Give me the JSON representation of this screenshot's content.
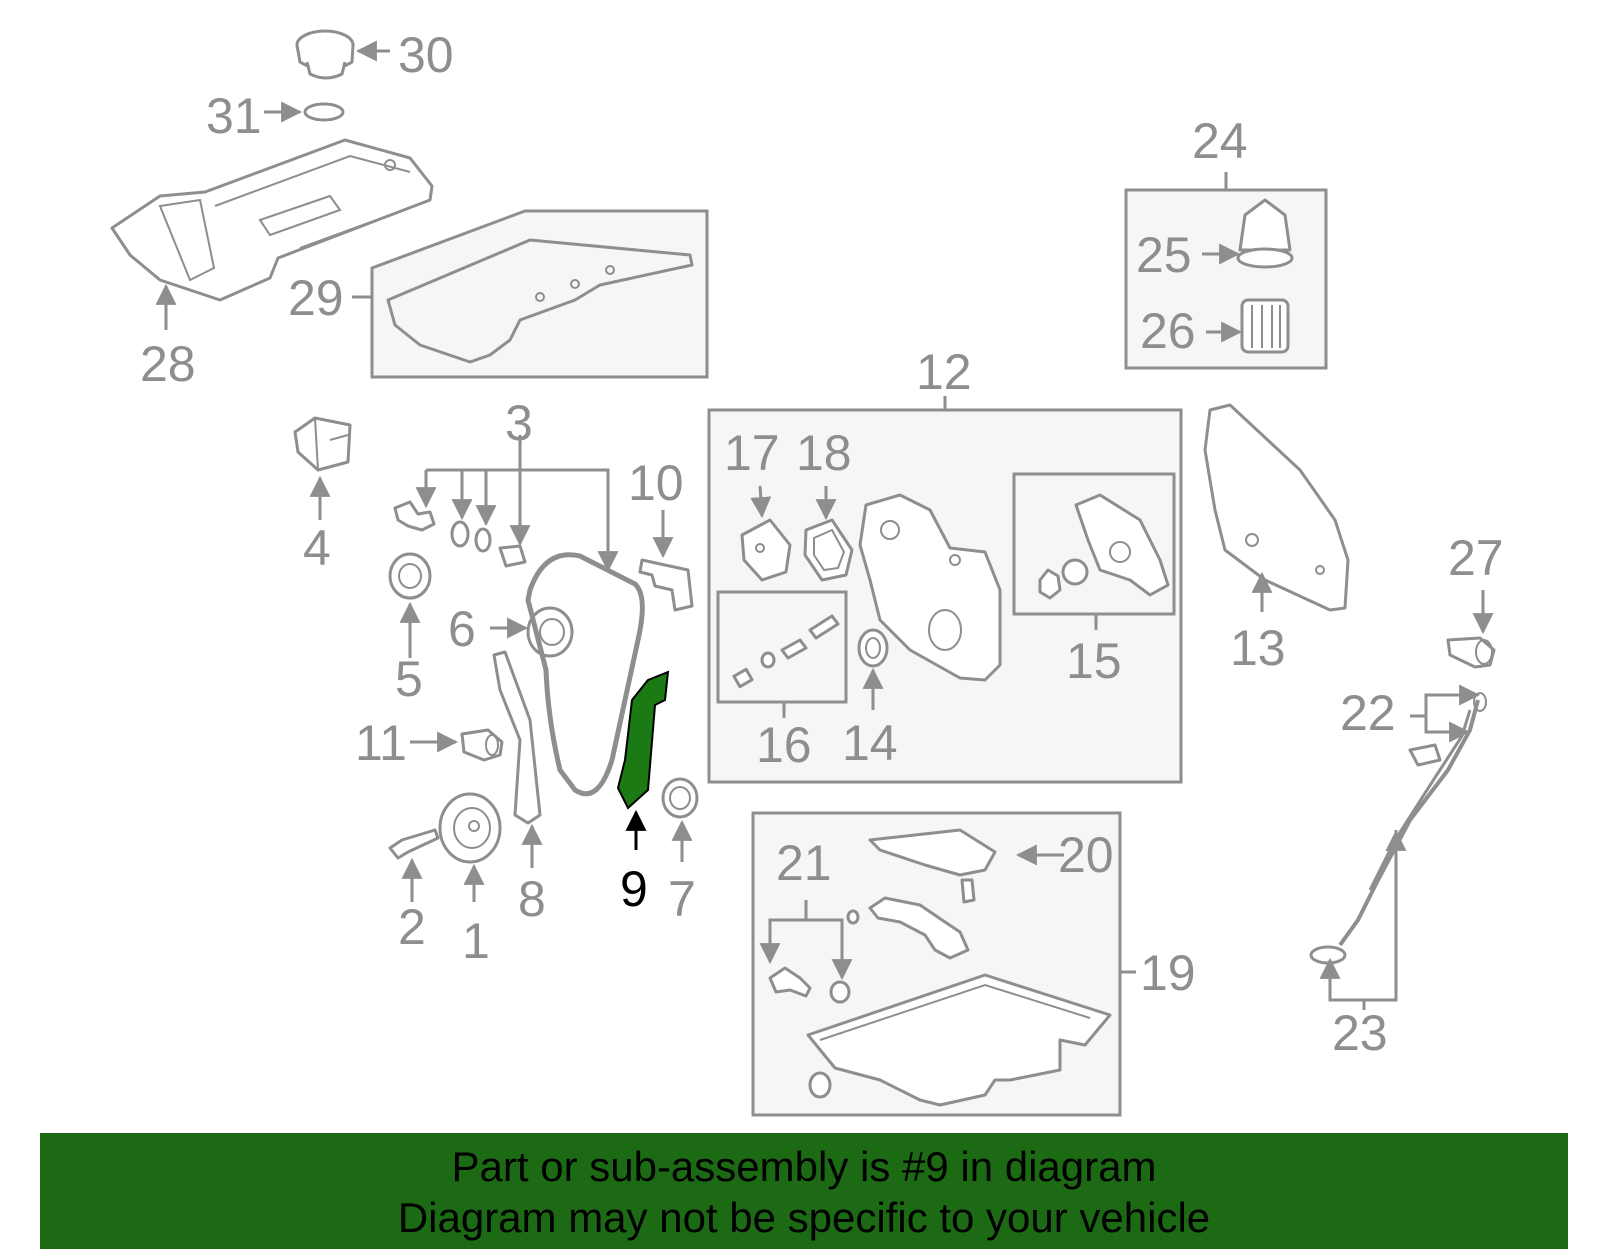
{
  "diagram": {
    "highlight_color": "#1c7a14",
    "line_color": "#8e8e8e",
    "highlighted_part": "9",
    "callouts": {
      "c1": "1",
      "c2": "2",
      "c3": "3",
      "c4": "4",
      "c5": "5",
      "c6": "6",
      "c7": "7",
      "c8": "8",
      "c9": "9",
      "c10": "10",
      "c11": "11",
      "c12": "12",
      "c13": "13",
      "c14": "14",
      "c15": "15",
      "c16": "16",
      "c17": "17",
      "c18": "18",
      "c19": "19",
      "c20": "20",
      "c21": "21",
      "c22": "22",
      "c23": "23",
      "c24": "24",
      "c25": "25",
      "c26": "26",
      "c27": "27",
      "c28": "28",
      "c29": "29",
      "c30": "30",
      "c31": "31"
    }
  },
  "banner": {
    "line1": "Part or sub-assembly is #9 in diagram",
    "line2": "Diagram may not be specific to your vehicle",
    "background": "#1c6b14"
  }
}
